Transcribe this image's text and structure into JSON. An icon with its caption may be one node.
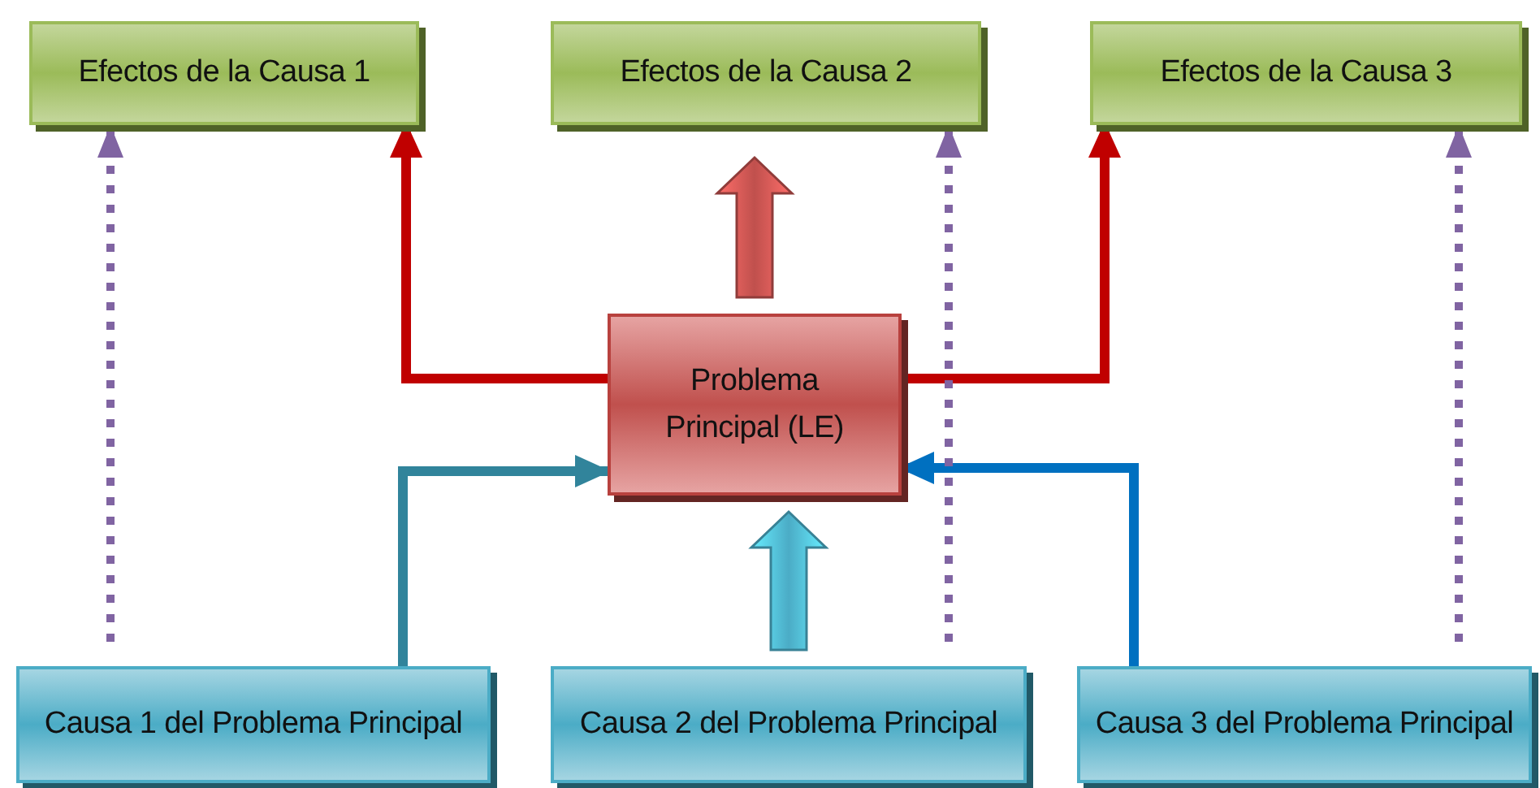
{
  "diagram": {
    "nodes": [
      {
        "text": [
          "Efectos de la Causa 1"
        ]
      },
      {
        "text": [
          "Efectos de la Causa 2"
        ]
      },
      {
        "text": [
          "Efectos de la Causa 3"
        ]
      },
      {
        "text": [
          "Problema Principal (LE)"
        ]
      },
      {
        "text": [
          "Causa 1 del Problema Principal"
        ]
      },
      {
        "text": [
          "Causa 2 del Problema Principal"
        ]
      },
      {
        "text": [
          "Causa 3 del Problema Principal"
        ]
      }
    ],
    "edges": [
      {
        "from": 3,
        "to": 0,
        "arrow": "to",
        "color": "#c00000"
      },
      {
        "from": 3,
        "to": 1,
        "arrow": "to",
        "style": "thick",
        "color": "#c0504d"
      },
      {
        "from": 3,
        "to": 2,
        "arrow": "to",
        "color": "#c00000"
      },
      {
        "from": 4,
        "to": 3,
        "arrow": "to",
        "color": "#31849b"
      },
      {
        "from": 5,
        "to": 3,
        "arrow": "to",
        "style": "thick",
        "color": "#4bacc6"
      },
      {
        "from": 6,
        "to": 3,
        "arrow": "to",
        "color": "#0070c0"
      },
      {
        "from": null,
        "to": 0,
        "arrow": "to",
        "style": "dashed",
        "color": "#8064a2"
      },
      {
        "from": null,
        "to": 1,
        "arrow": "to",
        "style": "dashed",
        "color": "#8064a2"
      },
      {
        "from": null,
        "to": 2,
        "arrow": "to",
        "style": "dashed",
        "color": "#8064a2"
      }
    ]
  }
}
